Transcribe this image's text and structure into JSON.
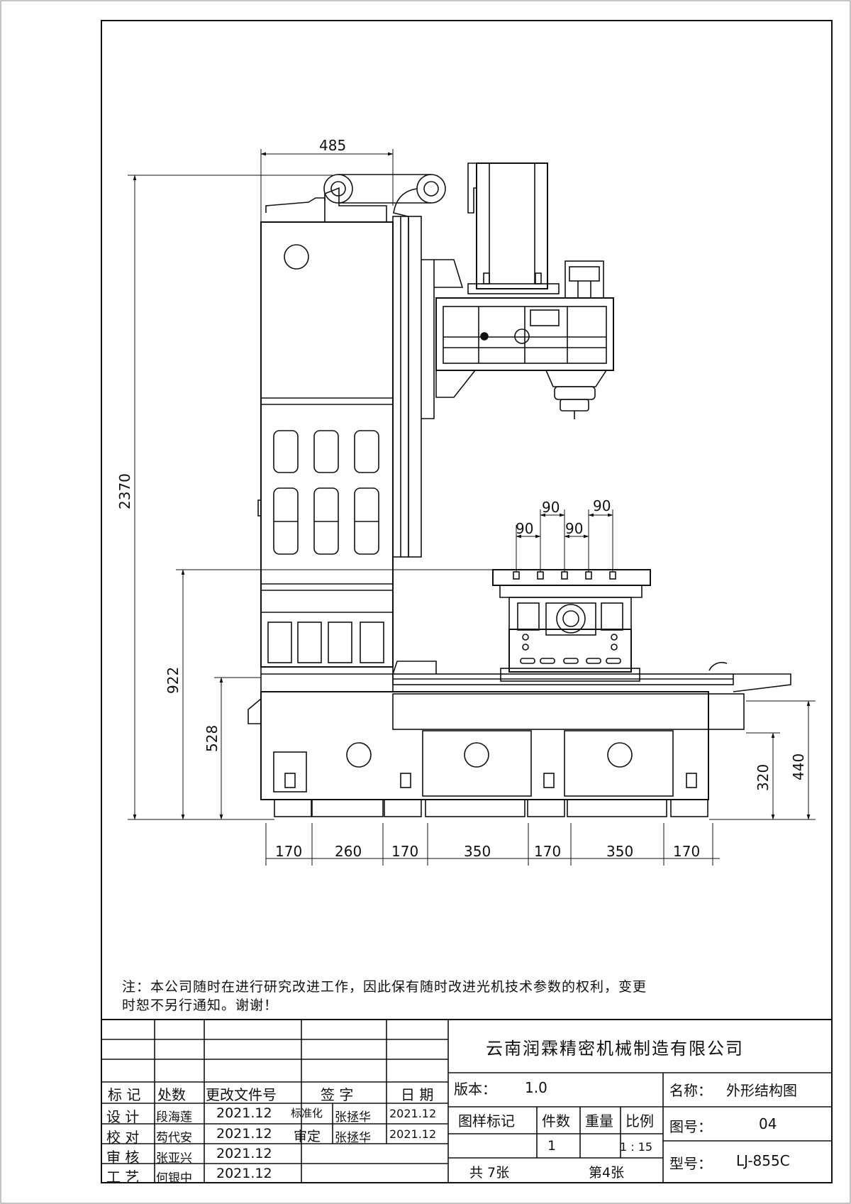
{
  "dimensions": {
    "column_width": "485",
    "total_height": "2370",
    "table_top_height": "922",
    "saddle_height": "528",
    "base_height_320": "320",
    "base_height_440": "440",
    "tslot_pitch_a": "90",
    "tslot_pitch_b": "90",
    "tslot_pitch_c": "90",
    "tslot_pitch_d": "90",
    "base_spacing": [
      "170",
      "260",
      "170",
      "350",
      "170",
      "350",
      "170"
    ]
  },
  "note": {
    "line1": "注：本公司随时在进行研究改进工作，因此保有随时改进光机技术参数的权利，变更",
    "line2": "时恕不另行通知。谢谢！"
  },
  "title_block": {
    "company": "云南润霖精密机械制造有限公司",
    "headers": {
      "mark": "标 记",
      "count": "处数",
      "change_doc": "更改文件号",
      "sign": "签 字",
      "date": "日 期"
    },
    "rows": [
      {
        "role": "设 计",
        "name": "段海莲",
        "date": "2021.12",
        "role2": "标准化",
        "name2": "张拯华",
        "date2": "2021.12"
      },
      {
        "role": "校 对",
        "name": "芶代安",
        "date": "2021.12",
        "role2": "审定",
        "name2": "张拯华",
        "date2": "2021.12"
      },
      {
        "role": "审 核",
        "name": "张亚兴",
        "date": "2021.12"
      },
      {
        "role": "工 艺",
        "name": "何银中",
        "date": "2021.12"
      }
    ],
    "version_label": "版本：",
    "version": "1.0",
    "pattern_mark": "图样标记",
    "qty_label": "件数",
    "weight_label": "重量",
    "scale_label": "比例",
    "qty": "1",
    "scale": "1 : 15",
    "total_sheets": "共 7张",
    "sheet_no": "第4张",
    "name_label": "名称：",
    "name": "外形结构图",
    "drawing_no_label": "图号：",
    "drawing_no": "04",
    "model_label": "型号：",
    "model": "LJ-855C"
  }
}
